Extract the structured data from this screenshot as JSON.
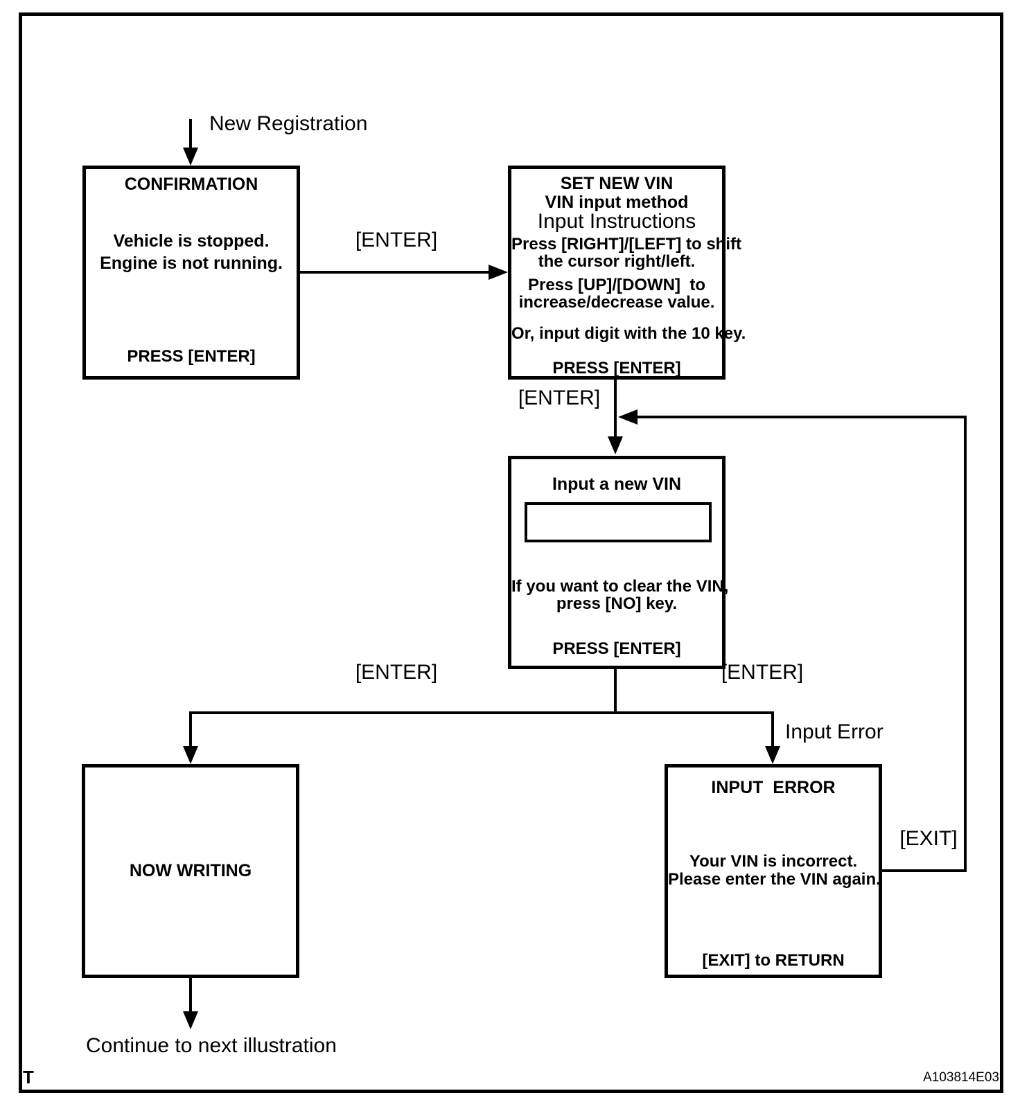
{
  "labels": {
    "new_registration": "New Registration",
    "enter_top": "[ENTER]",
    "enter_mid": "[ENTER]",
    "enter_left": "[ENTER]",
    "enter_right": "[ENTER]",
    "input_error": "Input Error",
    "exit": "[EXIT]",
    "continue": "Continue to next illustration"
  },
  "boxes": {
    "confirmation": {
      "title": "CONFIRMATION",
      "lines": [
        "Vehicle is stopped.",
        "Engine is not running."
      ],
      "footer": "PRESS [ENTER]"
    },
    "set_new_vin": {
      "title": "SET NEW VIN",
      "subtitle": "VIN input method",
      "heading": "Input Instructions",
      "lines": [
        "Press [RIGHT]/[LEFT] to shift",
        "the cursor right/left.",
        "Press [UP]/[DOWN]  to",
        "increase/decrease value.",
        "Or, input digit with the 10 key."
      ],
      "footer": "PRESS [ENTER]"
    },
    "input_vin": {
      "title": "Input a new VIN",
      "input_value": "",
      "lines": [
        "If you want to clear the VIN,",
        "press [NO] key."
      ],
      "footer": "PRESS [ENTER]"
    },
    "now_writing": {
      "title": "NOW WRITING"
    },
    "input_error": {
      "title": "INPUT  ERROR",
      "lines": [
        "Your VIN is incorrect.",
        "Please enter the VIN again."
      ],
      "footer": "[EXIT] to RETURN"
    }
  },
  "footer": {
    "left_mark": "T",
    "code": "A103814E03"
  },
  "colors": {
    "ink": "#000000",
    "paper": "#ffffff"
  }
}
